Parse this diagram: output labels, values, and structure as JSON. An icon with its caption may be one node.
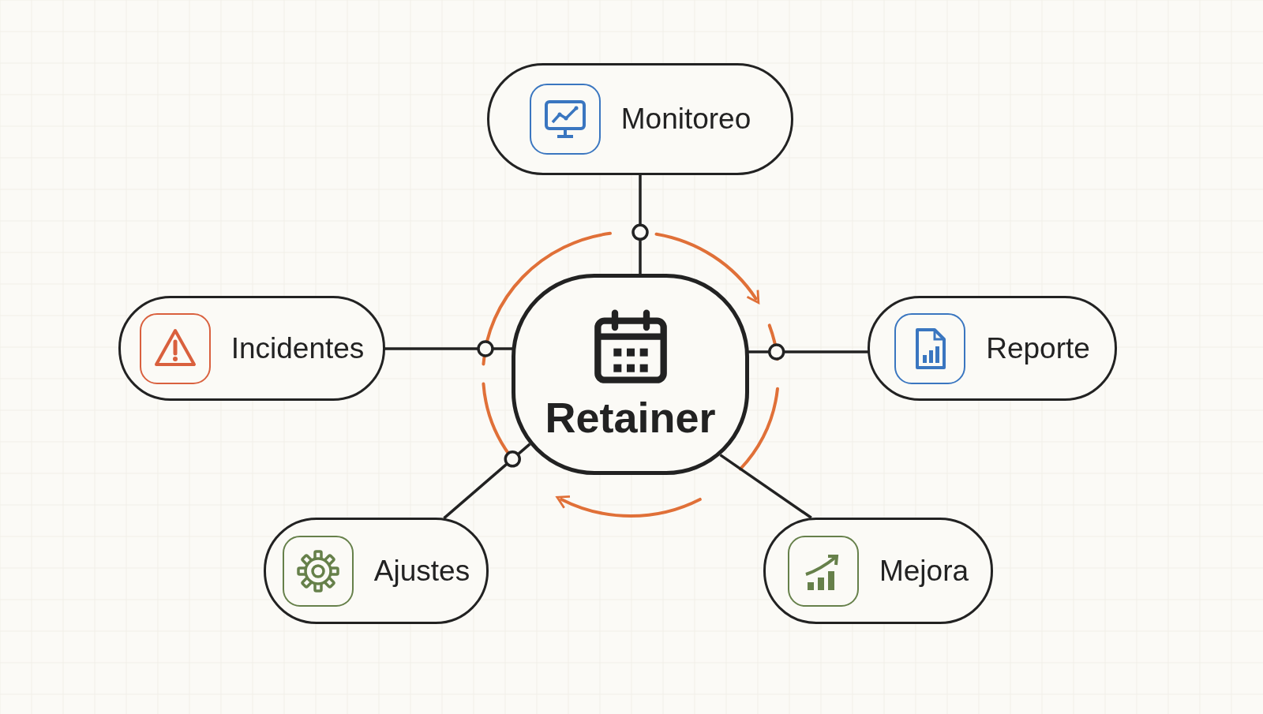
{
  "diagram": {
    "nodes": [
      {
        "text": [
          "Monitoreo"
        ]
      },
      {
        "text": [
          "Incidentes"
        ]
      },
      {
        "text": [
          "Retainer"
        ]
      },
      {
        "text": [
          "Reporte"
        ]
      },
      {
        "text": [
          "Ajustes"
        ]
      },
      {
        "text": [
          "Mejora"
        ]
      }
    ],
    "edges": [
      {
        "from": 0,
        "to": 2,
        "arrow": "none"
      },
      {
        "from": 1,
        "to": 2,
        "arrow": "none"
      },
      {
        "from": 3,
        "to": 2,
        "arrow": "none"
      },
      {
        "from": 4,
        "to": 2,
        "arrow": "none"
      },
      {
        "from": 5,
        "to": 2,
        "arrow": "none"
      }
    ]
  }
}
